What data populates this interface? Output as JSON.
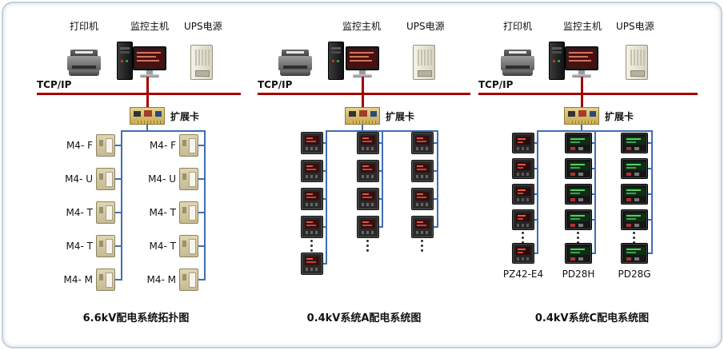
{
  "colors": {
    "bus_line": "#a40000",
    "signal_wire": "#3f6fb5",
    "frame_border": "#c5d0da"
  },
  "panels": [
    {
      "caption": "6.6kV配电系统拓扑图",
      "tcp_label": "TCP/IP",
      "card_label": "扩展卡",
      "devices": {
        "printer": "打印机",
        "host": "监控主机",
        "ups": "UPS电源"
      },
      "modules": {
        "col1": [
          "M4- F",
          "M4- U",
          "M4- T",
          "M4- T",
          "M4- M"
        ],
        "col2": [
          "M4- F",
          "M4- U",
          "M4- T",
          "M4- T",
          "M4- M"
        ]
      }
    },
    {
      "caption": "0.4kV系统A配电系统图",
      "tcp_label": "TCP/IP",
      "card_label": "扩展卡",
      "devices": {
        "host": "监控主机",
        "ups": "UPS电源"
      }
    },
    {
      "caption": "0.4kV系统C配电系统图",
      "tcp_label": "TCP/IP",
      "card_label": "扩展卡",
      "devices": {
        "printer": "打印机",
        "host": "监控主机",
        "ups": "UPS电源"
      },
      "meter_columns": [
        "PZ42-E4",
        "PD28H",
        "PD28G"
      ]
    }
  ]
}
